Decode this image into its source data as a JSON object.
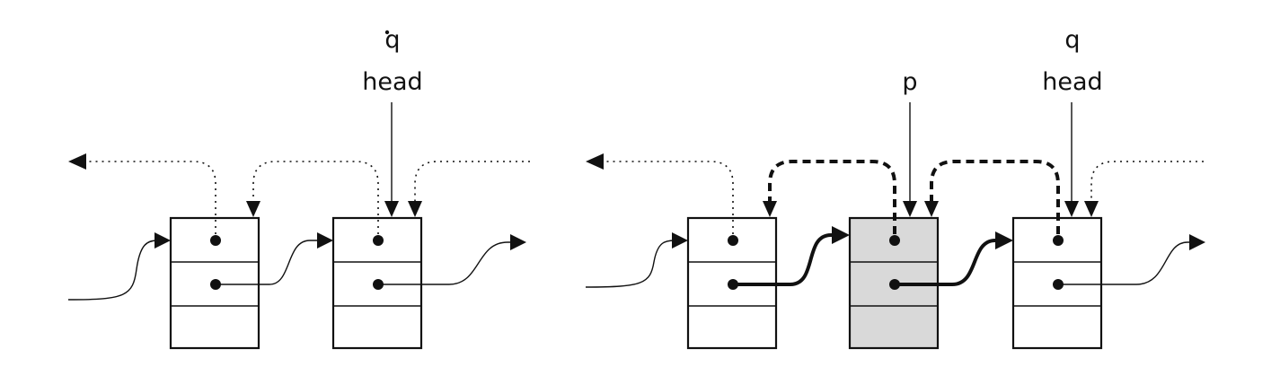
{
  "left_figure": {
    "pointer_label_q": "q",
    "pointer_label_head": "head"
  },
  "right_figure": {
    "pointer_label_p": "p",
    "pointer_label_q": "q",
    "pointer_label_head": "head"
  },
  "colors": {
    "ink": "#111111",
    "node_fill": "#ffffff",
    "inserted_node_fill": "#d9d9d9"
  }
}
